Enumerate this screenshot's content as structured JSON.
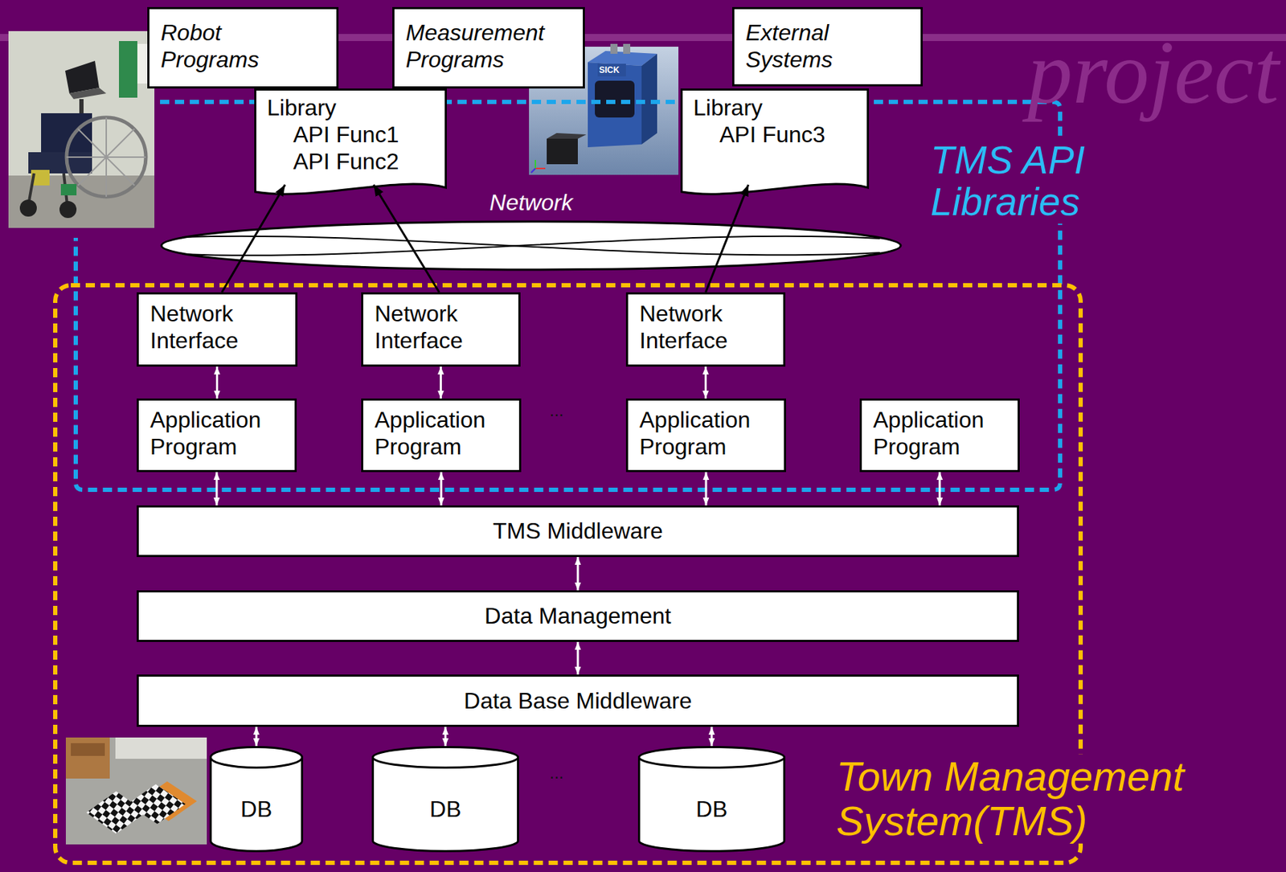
{
  "diagram": {
    "nodes": [
      {
        "text": [
          "Robot Programs"
        ]
      },
      {
        "text": [
          "Measurement Programs"
        ]
      },
      {
        "text": [
          "External Systems"
        ]
      },
      {
        "text": [
          "TMS API Libraries"
        ]
      },
      {
        "text": [
          "Library",
          "API Func1",
          "API Func2"
        ],
        "in": 3
      },
      {
        "text": [
          "Library",
          "API Func3"
        ],
        "in": 3
      },
      {
        "text": [
          "Network"
        ],
        "in": 3
      },
      {
        "text": [
          "Network Interface"
        ],
        "in": 3
      },
      {
        "text": [
          "Network Interface"
        ],
        "in": 3
      },
      {
        "text": [
          "Network Interface"
        ],
        "in": 3
      },
      {
        "text": [
          "Application Program"
        ],
        "in": 3
      },
      {
        "text": [
          "Application Program"
        ],
        "in": 3
      },
      {
        "text": [
          "Application Program"
        ],
        "in": 3
      },
      {
        "text": [
          "Application Program"
        ],
        "in": 3
      },
      {
        "text": [
          "Town Management System(TMS)"
        ]
      },
      {
        "text": [
          "TMS Middleware"
        ],
        "in": 14
      },
      {
        "text": [
          "Data Management"
        ],
        "in": 14
      },
      {
        "text": [
          "Data Base Middleware"
        ],
        "in": 14
      },
      {
        "text": [
          "DB"
        ],
        "in": 14
      },
      {
        "text": [
          "DB"
        ],
        "in": 14
      },
      {
        "text": [
          "DB"
        ],
        "in": 14
      }
    ],
    "edges": [
      {
        "from": 7,
        "to": 4,
        "arrow": "to"
      },
      {
        "from": 8,
        "to": 4,
        "arrow": "to"
      },
      {
        "from": 9,
        "to": 5,
        "arrow": "to"
      },
      {
        "from": 7,
        "to": 10,
        "arrow": "both"
      },
      {
        "from": 8,
        "to": 11,
        "arrow": "both"
      },
      {
        "from": 9,
        "to": 12,
        "arrow": "both"
      },
      {
        "from": 10,
        "to": 15,
        "arrow": "both"
      },
      {
        "from": 11,
        "to": 15,
        "arrow": "both"
      },
      {
        "from": 12,
        "to": 15,
        "arrow": "both"
      },
      {
        "from": 13,
        "to": 15,
        "arrow": "both"
      },
      {
        "from": 15,
        "to": 16,
        "arrow": "both"
      },
      {
        "from": 16,
        "to": 17,
        "arrow": "both"
      },
      {
        "from": 17,
        "to": 18,
        "arrow": "both"
      },
      {
        "from": 17,
        "to": 19,
        "arrow": "both"
      },
      {
        "from": 17,
        "to": 20,
        "arrow": "both"
      }
    ],
    "labels": [
      "project",
      "SICK",
      "...",
      "..."
    ]
  }
}
